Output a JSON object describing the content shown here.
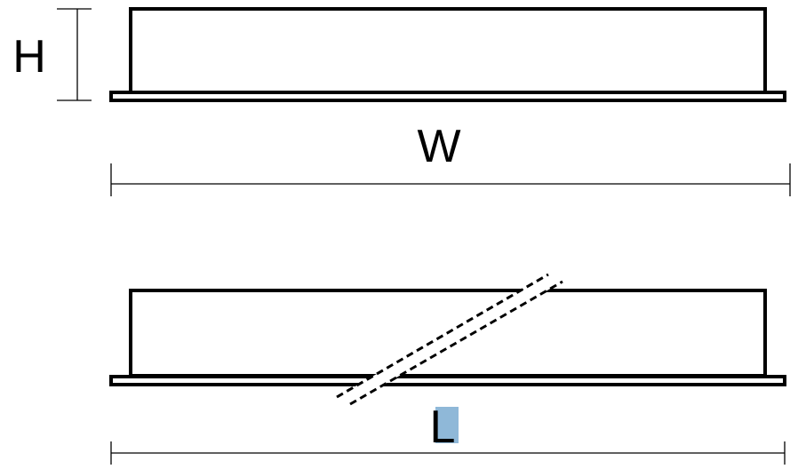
{
  "labels": {
    "height": "H",
    "width": "W",
    "length": "L"
  },
  "colors": {
    "stroke": "#000000",
    "background": "#ffffff",
    "highlight": "#8fb8d8"
  }
}
